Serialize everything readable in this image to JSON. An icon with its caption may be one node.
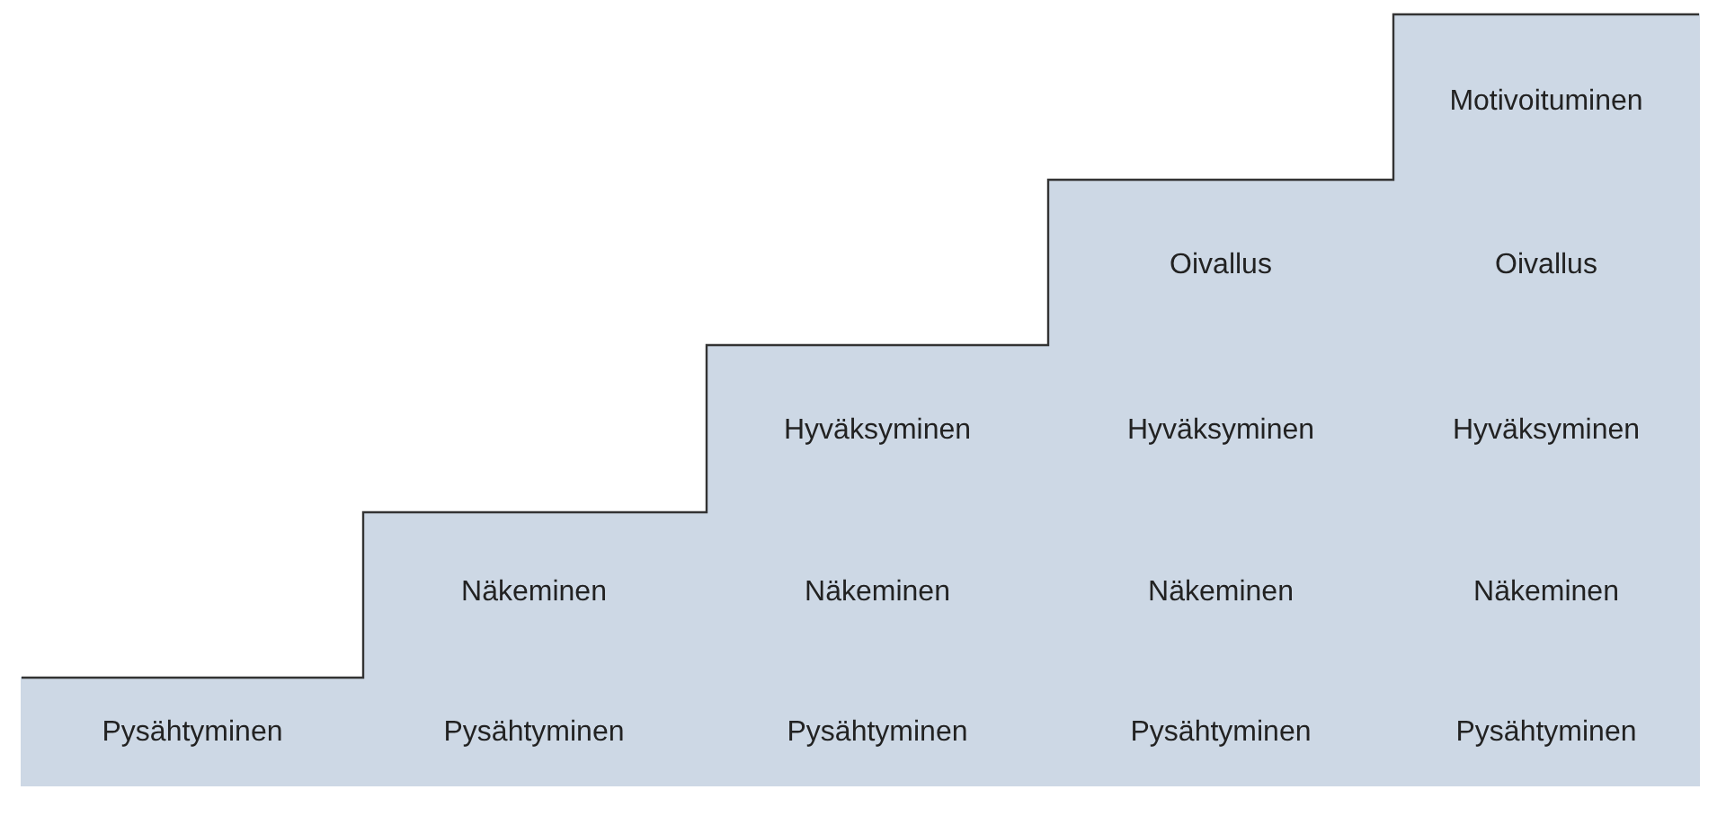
{
  "diagram": {
    "labels": [
      "Motivoituminen",
      "Oivallus",
      "Oivallus",
      "Hyväksyminen",
      "Hyväksyminen",
      "Hyväksyminen",
      "Näkeminen",
      "Näkeminen",
      "Näkeminen",
      "Näkeminen",
      "Pysähtyminen",
      "Pysähtyminen",
      "Pysähtyminen",
      "Pysähtyminen",
      "Pysähtyminen"
    ]
  }
}
